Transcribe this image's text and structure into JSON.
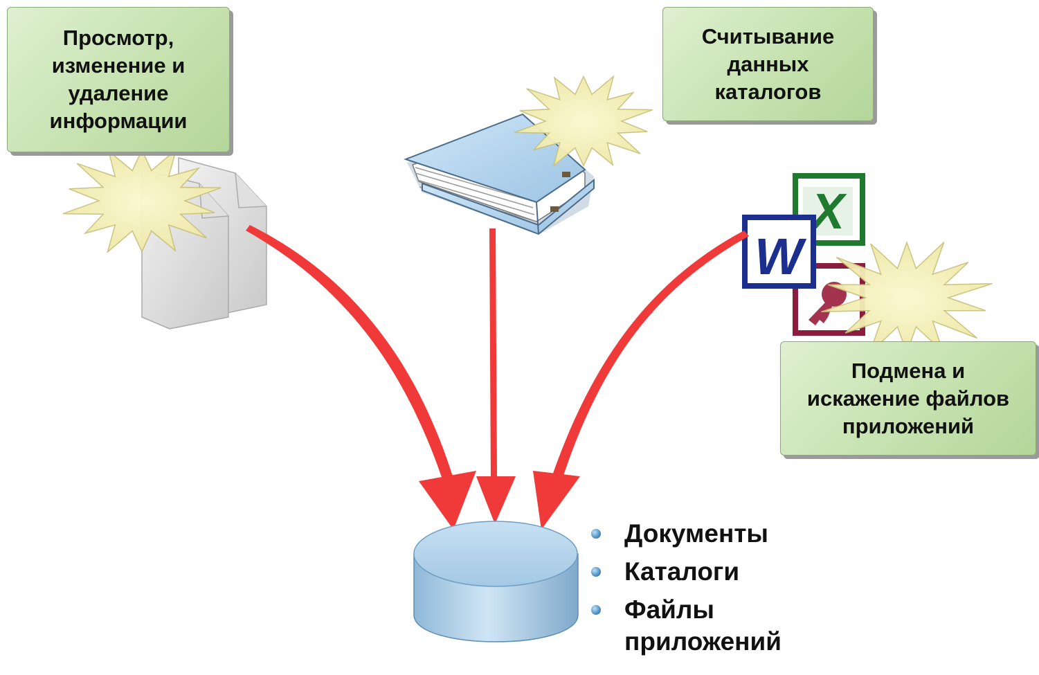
{
  "boxes": {
    "view_edit_delete": "Просмотр,\nизменение и\nудаление\nинформации",
    "read_catalogs": "Считывание\nданных\nкаталогов",
    "replace_files": "Подмена и\nискажение файлов\nприложений"
  },
  "legend": [
    "Документы",
    "Каталоги",
    "Файлы\nприложений"
  ],
  "icons": {
    "documents": "document-stack-icon",
    "catalog": "binder-icon",
    "excel": "excel-icon",
    "word": "word-icon",
    "access": "access-icon",
    "database": "database-icon",
    "threat": "starburst-icon"
  },
  "colors": {
    "arrow": "#f03a3a",
    "box_fill": "#c6e2b0",
    "starburst": "#f4f0b4",
    "database": "#a8cce6"
  }
}
